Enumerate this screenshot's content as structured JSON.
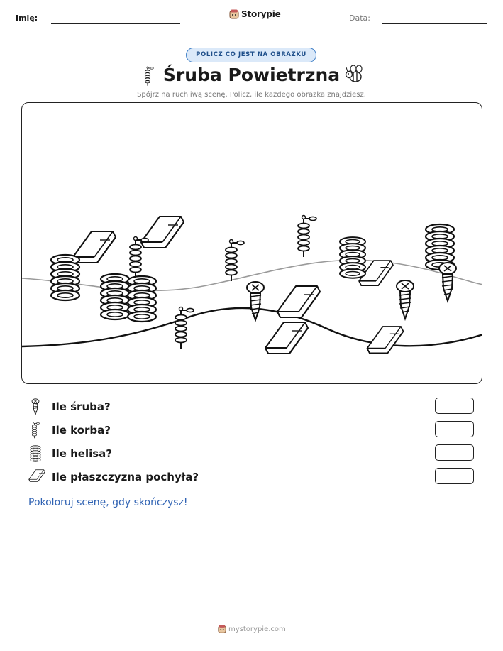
{
  "header": {
    "name_label": "Imię:",
    "date_label": "Data:",
    "brand": "Storypie"
  },
  "badge": "POLICZ CO JEST NA OBRAZKU",
  "title": "Śruba Powietrzna",
  "subtitle": "Spójrz na ruchliwą scenę. Policz, ile każdego obrazka znajdziesz.",
  "questions": [
    {
      "icon": "screw-icon",
      "text": "Ile śruba?"
    },
    {
      "icon": "crank-icon",
      "text": "Ile korba?"
    },
    {
      "icon": "helix-icon",
      "text": "Ile helisa?"
    },
    {
      "icon": "inclined-plane-icon",
      "text": "Ile płaszczyzna pochyła?"
    }
  ],
  "footer_note": "Pokoloruj scenę, gdy skończysz!",
  "site": "mystorypie.com",
  "colors": {
    "badge_fill": "#dbe9f9",
    "badge_border": "#3f7fc6",
    "note": "#2f62b3"
  }
}
